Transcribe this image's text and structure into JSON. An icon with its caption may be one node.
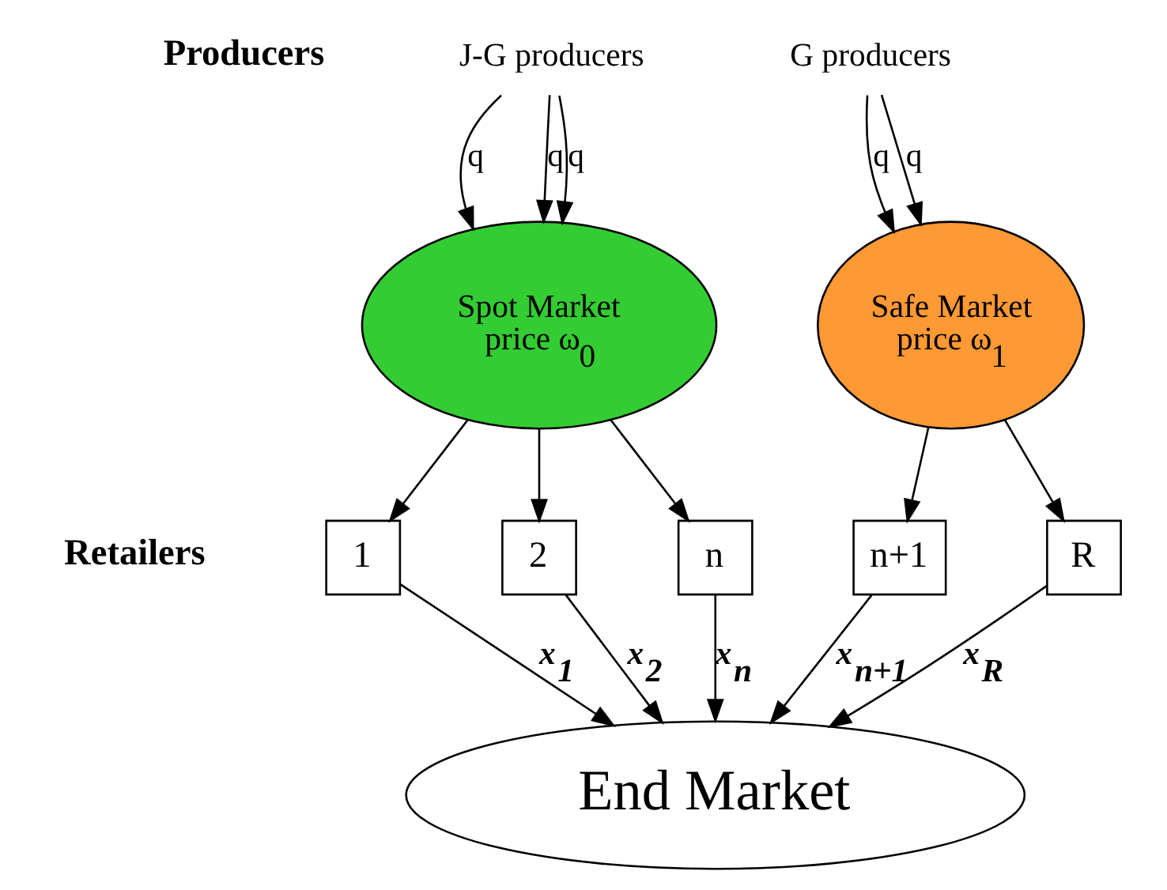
{
  "diagram": {
    "nodes": [
      {
        "text": [
          "J-G producers"
        ]
      },
      {
        "text": [
          "G producers"
        ]
      },
      {
        "text": [
          "Spot Market",
          "price ω$_{0}$"
        ]
      },
      {
        "text": [
          "Safe Market",
          "price ω$_{1}$"
        ]
      },
      {
        "text": [
          "1"
        ]
      },
      {
        "text": [
          "2"
        ]
      },
      {
        "text": [
          "n"
        ]
      },
      {
        "text": [
          "n+1"
        ]
      },
      {
        "text": [
          "R"
        ]
      },
      {
        "text": [
          "End Market"
        ]
      }
    ],
    "edges": [
      {
        "from": 0,
        "to": 2,
        "arrow": "to",
        "label": "q"
      },
      {
        "from": 0,
        "to": 2,
        "arrow": "to",
        "label": "q"
      },
      {
        "from": 0,
        "to": 2,
        "arrow": "to",
        "label": "q"
      },
      {
        "from": 1,
        "to": 3,
        "arrow": "to",
        "label": "q"
      },
      {
        "from": 1,
        "to": 3,
        "arrow": "to",
        "label": "q"
      },
      {
        "from": 2,
        "to": 4,
        "arrow": "to"
      },
      {
        "from": 2,
        "to": 5,
        "arrow": "to"
      },
      {
        "from": 2,
        "to": 6,
        "arrow": "to"
      },
      {
        "from": 3,
        "to": 7,
        "arrow": "to"
      },
      {
        "from": 3,
        "to": 8,
        "arrow": "to"
      },
      {
        "from": 4,
        "to": 9,
        "arrow": "to",
        "label": "x$_{1}$"
      },
      {
        "from": 5,
        "to": 9,
        "arrow": "to",
        "label": "x$_{2}$"
      },
      {
        "from": 6,
        "to": 9,
        "arrow": "to",
        "label": "x$_{n}$"
      },
      {
        "from": 7,
        "to": 9,
        "arrow": "to",
        "label": "x$_{n+1}$"
      },
      {
        "from": 8,
        "to": 9,
        "arrow": "to",
        "label": "x$_{R}$"
      }
    ],
    "labels": [
      "Producers",
      "Retailers"
    ]
  }
}
